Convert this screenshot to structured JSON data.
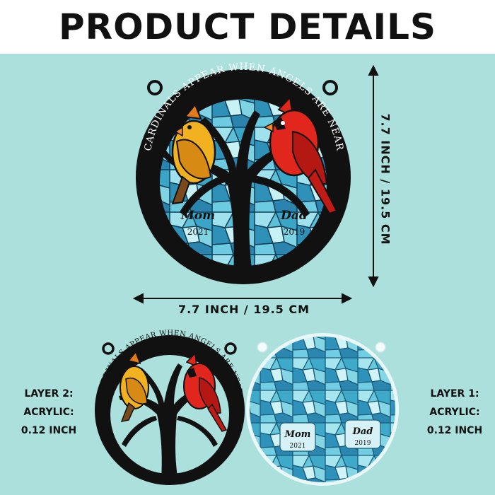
{
  "header": {
    "title": "PRODUCT DETAILS"
  },
  "main_ornament": {
    "arc_text": "CARDINALS APPEAR WHEN ANGELS ARE NEAR",
    "left_name": "Mom",
    "left_year": "2021",
    "right_name": "Dad",
    "right_year": "2019"
  },
  "dimensions": {
    "width": "7.7 INCH / 19.5 CM",
    "height": "7.7 INCH / 19.5 CM"
  },
  "layer2": {
    "arc_text": "CARDINALS APPEAR WHEN ANGELS ARE NEAR",
    "line1": "LAYER 2:",
    "line2": "ACRYLIC:",
    "line3": "0.12 INCH"
  },
  "layer1": {
    "left_name": "Mom",
    "left_year": "2021",
    "right_name": "Dad",
    "right_year": "2019",
    "line1": "LAYER 1:",
    "line2": "ACRYLIC:",
    "line3": "0.12 INCH"
  },
  "colors": {
    "background_panel": "#abe0dc",
    "glass_light": "#a9e7ef",
    "glass_mid": "#4fb6cf",
    "glass_dark": "#1f7ea3",
    "frame": "#111111",
    "male_cardinal": "#e0261d",
    "female_cardinal": "#f2b21f"
  }
}
